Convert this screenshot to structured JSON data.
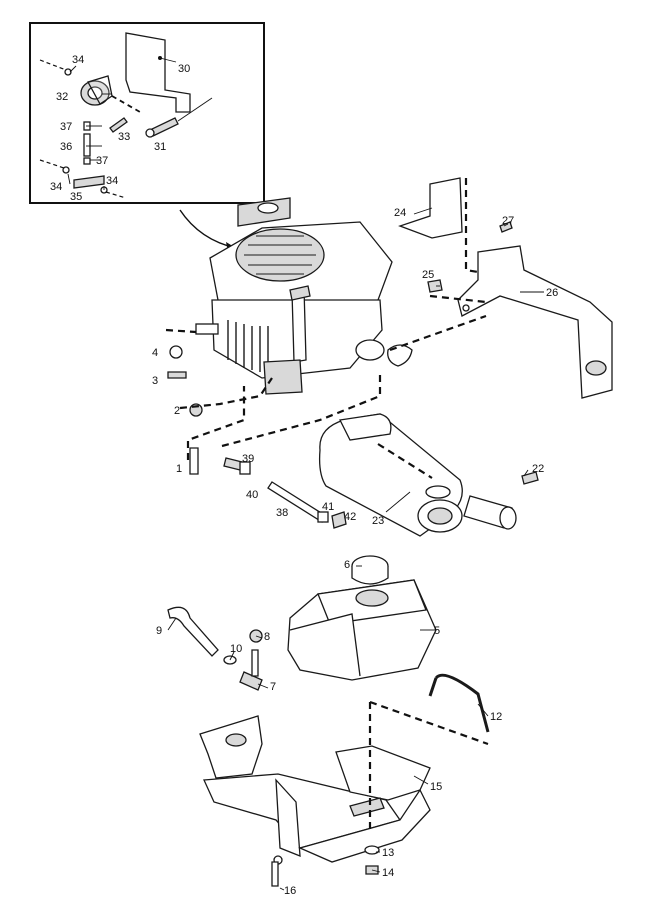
{
  "callouts": {
    "c1": "1",
    "c2": "2",
    "c3": "3",
    "c4": "4",
    "c5": "5",
    "c6": "6",
    "c7": "7",
    "c8": "8",
    "c9": "9",
    "c10": "10",
    "c12": "12",
    "c13": "13",
    "c14": "14",
    "c15": "15",
    "c16": "16",
    "c22": "22",
    "c23": "23",
    "c24": "24",
    "c25": "25",
    "c26": "26",
    "c27": "27",
    "c30": "30",
    "c31": "31",
    "c32": "32",
    "c33": "33",
    "c34a": "34",
    "c34b": "34",
    "c34c": "34",
    "c35": "35",
    "c36": "36",
    "c37a": "37",
    "c37b": "37",
    "c38": "38",
    "c39": "39",
    "c40": "40",
    "c41": "41",
    "c42": "42"
  }
}
